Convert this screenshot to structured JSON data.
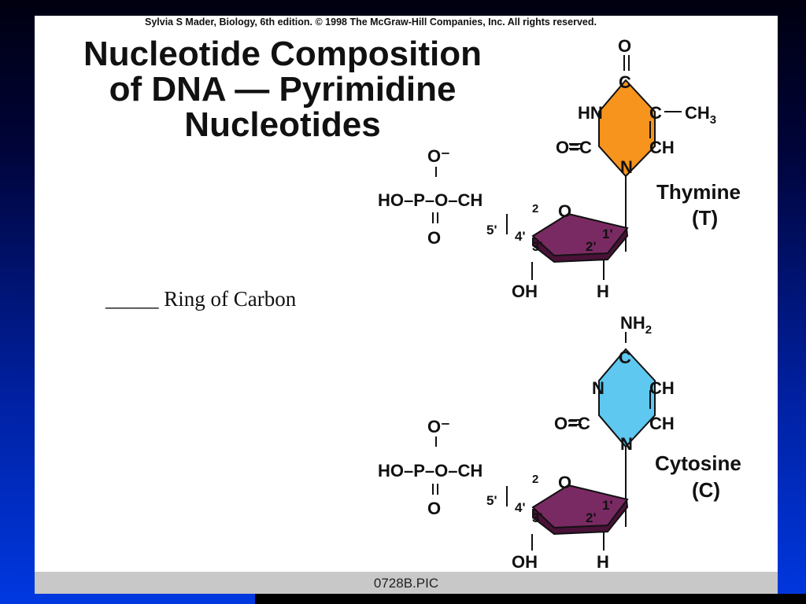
{
  "credit": "Sylvia S Mader, Biology, 6th edition. © 1998 The McGraw-Hill Companies, Inc. All rights reserved.",
  "title_lines": [
    "Nucleotide Composition",
    "of DNA — Pyrimidine",
    "Nucleotides"
  ],
  "blank_label": "_____ Ring of Carbon",
  "footer": "0728B.PIC",
  "colors": {
    "thymine_ring": "#f7941d",
    "cytosine_ring": "#5ec8f0",
    "sugar": "#7a2a62"
  },
  "molecules": [
    {
      "base": {
        "name": "Thymine",
        "abbr": "(T)",
        "atoms": {
          "top": "O",
          "c_top": "C",
          "left_n": "HN",
          "right_c": "C",
          "substituent": "CH3",
          "left_carbonyl": "O=C",
          "right_bottom": "CH",
          "n_bottom": "N"
        }
      },
      "phosphate": {
        "o_minus": "O⁻",
        "main": "HO–P–O–CH",
        "sub": "2",
        "o_bottom": "O"
      },
      "sugar": {
        "ring_o": "O",
        "c5": "5'",
        "c4": "4'",
        "c3": "3'",
        "c2": "2'",
        "c1": "1'",
        "oh": "OH",
        "h": "H"
      }
    },
    {
      "base": {
        "name": "Cytosine",
        "abbr": "(C)",
        "atoms": {
          "top": "NH2",
          "c_top": "C",
          "left_n": "N",
          "right_c": "CH",
          "left_carbonyl": "O=C",
          "right_bottom": "CH",
          "n_bottom": "N"
        }
      },
      "phosphate": {
        "o_minus": "O⁻",
        "main": "HO–P–O–CH",
        "sub": "2",
        "o_bottom": "O"
      },
      "sugar": {
        "ring_o": "O",
        "c5": "5'",
        "c4": "4'",
        "c3": "3'",
        "c2": "2'",
        "c1": "1'",
        "oh": "OH",
        "h": "H"
      }
    }
  ]
}
